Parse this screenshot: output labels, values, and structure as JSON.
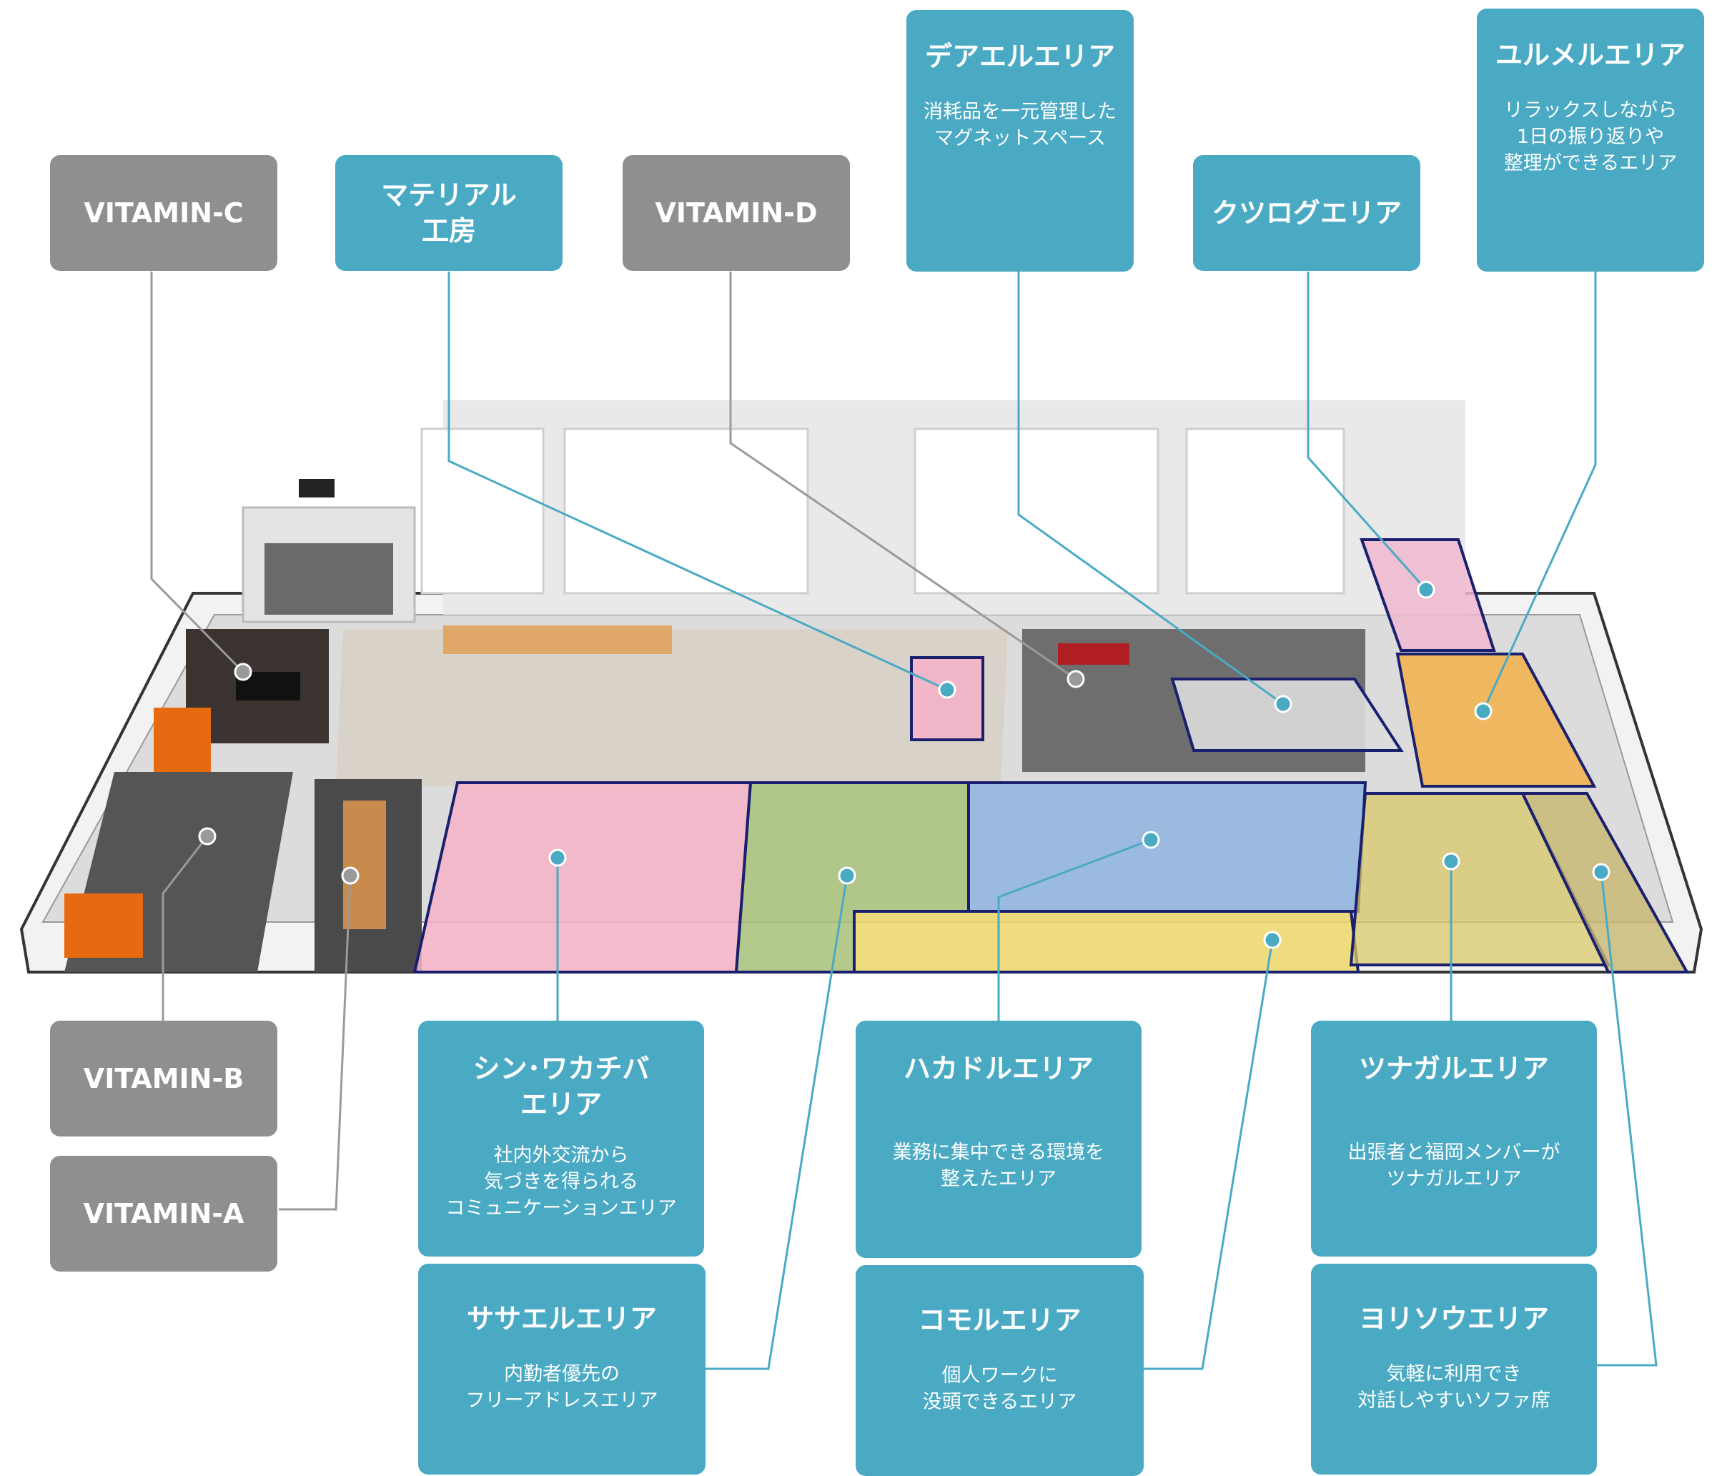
{
  "labels": {
    "vitamin_c": {
      "title": "VITAMIN-C"
    },
    "material": {
      "title": "マテリアル\n工房"
    },
    "vitamin_d": {
      "title": "VITAMIN-D"
    },
    "deael": {
      "title": "デアエルエリア",
      "desc": "消耗品を一元管理した\nマグネットスペース"
    },
    "kutsurogu": {
      "title": "クツログエリア"
    },
    "yurumeru": {
      "title": "ユルメルエリア",
      "desc": "リラックスしながら\n1日の振り返りや\n整理ができるエリア"
    },
    "vitamin_b": {
      "title": "VITAMIN-B"
    },
    "vitamin_a": {
      "title": "VITAMIN-A"
    },
    "shin_wakachiba": {
      "title": "シン･ワカチバ\nエリア",
      "desc": "社内外交流から\n気づきを得られる\nコミュニケーションエリア"
    },
    "sasaeru": {
      "title": "ササエルエリア",
      "desc": "内勤者優先の\nフリーアドレスエリア"
    },
    "hakadoru": {
      "title": "ハカドルエリア",
      "desc": "業務に集中できる環境を\n整えたエリア"
    },
    "komoru": {
      "title": "コモルエリア",
      "desc": "個人ワークに\n没頭できるエリア"
    },
    "tsunagaru": {
      "title": "ツナガルエリア",
      "desc": "出張者と福岡メンバーが\nツナガルエリア"
    },
    "yorisou": {
      "title": "ヨリソウエリア",
      "desc": "気軽に利用でき\n対話しやすいソファ席"
    }
  },
  "colors": {
    "gray_label": "#8f8f8f",
    "teal_label": "#4aaac4",
    "zone_outline": "#1a1f6e",
    "zone_pink": "#f4b3c7",
    "zone_green": "#a9c27a",
    "zone_blue": "#8fb4e0",
    "zone_yellow": "#efd86a",
    "zone_orange": "#f2b04a",
    "leader_gray": "#9a9a9a",
    "leader_teal": "#4aaac4"
  }
}
